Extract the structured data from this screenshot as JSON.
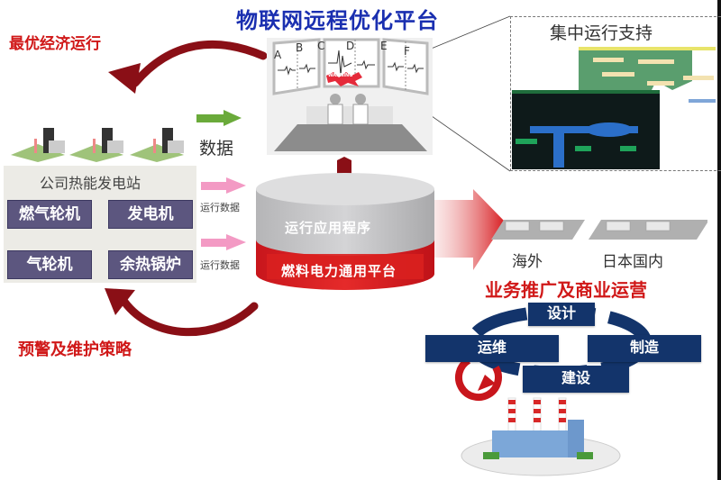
{
  "header": {
    "title": "物联网远程优化平台"
  },
  "flows": {
    "optimal_operation": "最优经济运行",
    "warning_maintenance": "预警及维护策略",
    "data": "数据",
    "run_data_1": "运行数据",
    "run_data_2": "运行数据"
  },
  "plant": {
    "title": "公司热能发电站",
    "equipment": [
      "燃气轮机",
      "发电机",
      "气轮机",
      "余热锅炉"
    ]
  },
  "monitor_room": {
    "screen_labels": [
      "A",
      "B",
      "C",
      "D",
      "E",
      "F"
    ],
    "alert_text": "WARNING"
  },
  "platform": {
    "top_layer": "运行应用程序",
    "bottom_layer": "燃料电力通用平台"
  },
  "support": {
    "title": "集中运行支持"
  },
  "regions": {
    "overseas": "海外",
    "domestic": "日本国内"
  },
  "business": {
    "title": "业务推广及商业运营",
    "cycle": [
      "设计",
      "制造",
      "建设",
      "运维"
    ]
  },
  "colors": {
    "title_blue": "#1a2fb0",
    "accent_red": "#d01818",
    "dark_red_arrow": "#8a0f16",
    "equipment_purple": "#5c567f",
    "cycle_navy": "#13346b",
    "data_arrow_green": "#6aaa3a",
    "run_data_arrow_pink": "#f39ac4"
  }
}
